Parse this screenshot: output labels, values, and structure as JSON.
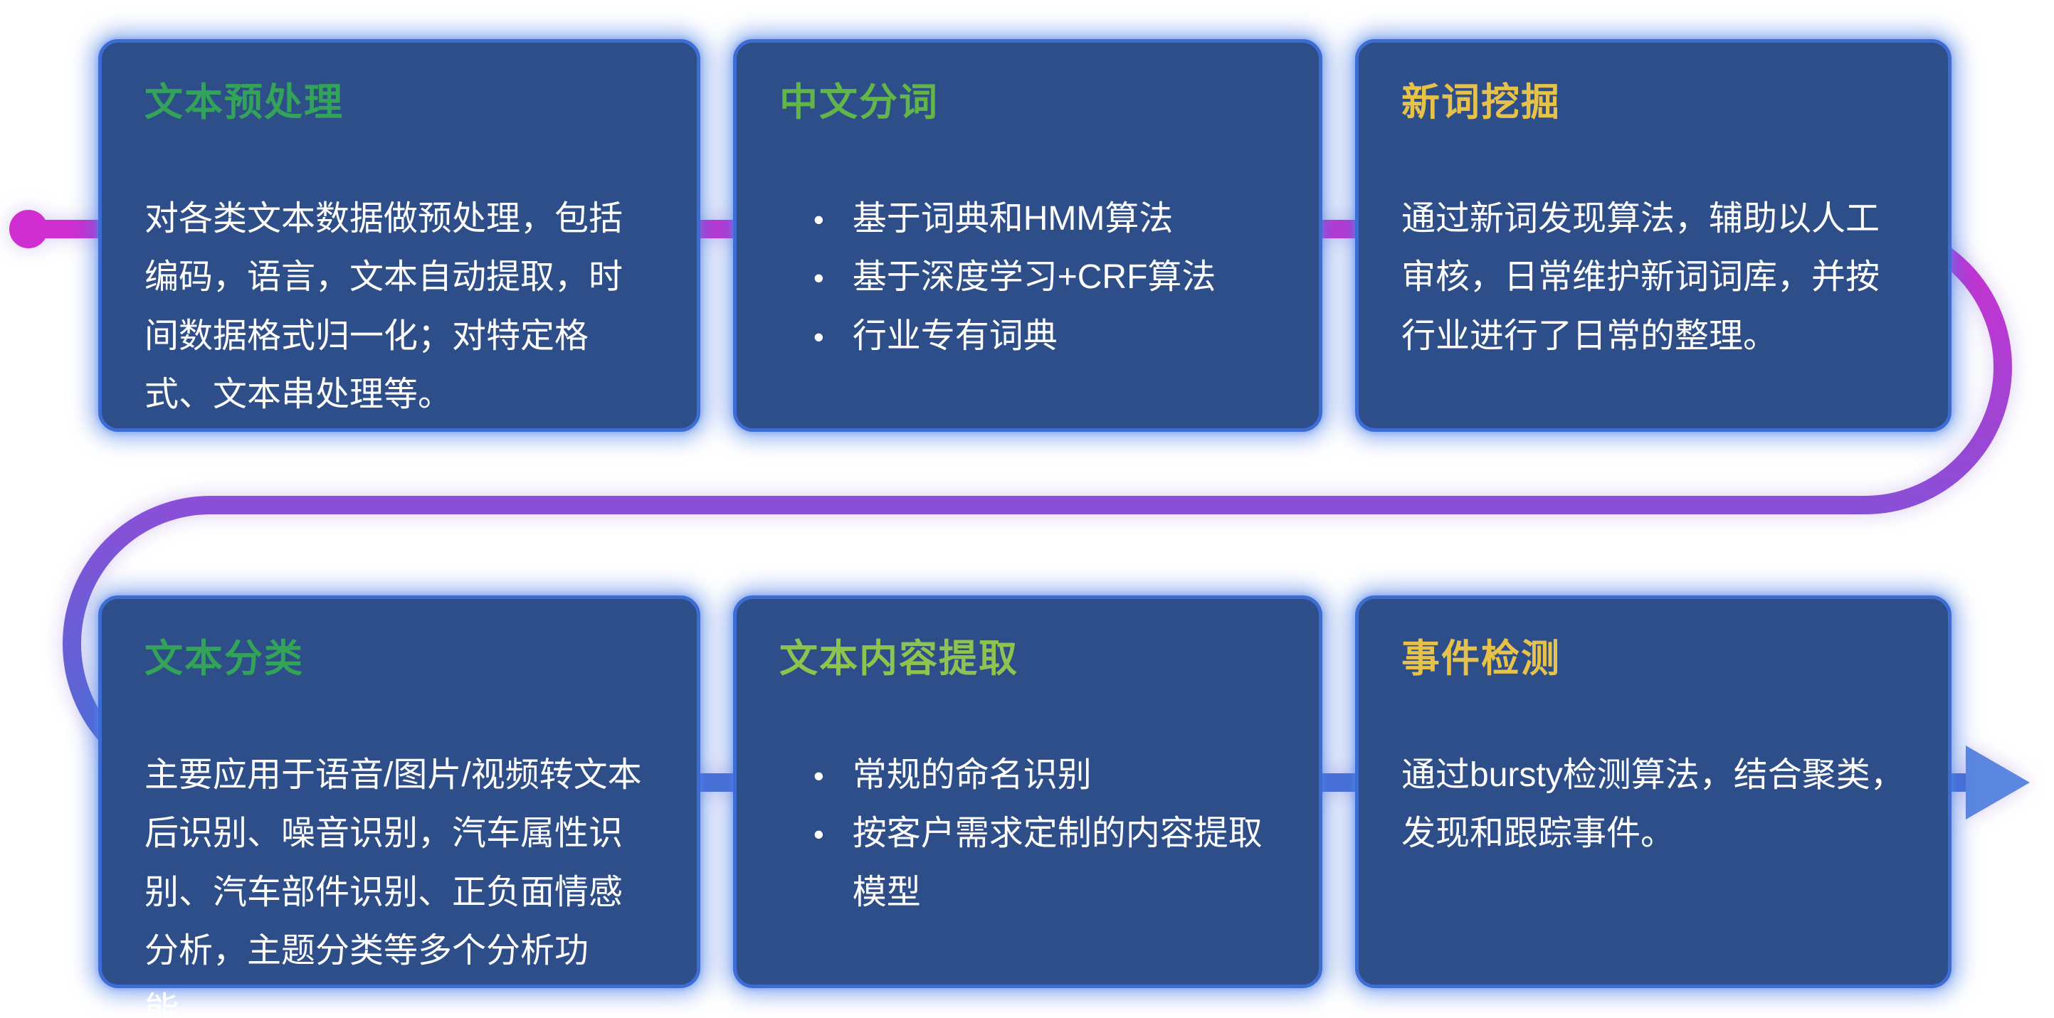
{
  "ui": {
    "bullet_glyph": "•"
  },
  "flow": {
    "start_dot_color": "#d02ed0",
    "gradient_start": "#d02ed0",
    "gradient_mid": "#8a4fd6",
    "gradient_end": "#4a6fd4",
    "arrow_color": "#5c87e0"
  },
  "cards": [
    {
      "title": "文本预处理",
      "title_color": "#33a35a",
      "body": "对各类文本数据做预处理，包括编码，语言，文本自动提取，时间数据格式归一化；对特定格式、文本串处理等。"
    },
    {
      "title": "中文分词",
      "title_color": "#62b54a",
      "bullets": [
        "基于词典和HMM算法",
        "基于深度学习+CRF算法",
        "行业专有词典"
      ]
    },
    {
      "title": "新词挖掘",
      "title_color": "#e7c24b",
      "body": "通过新词发现算法，辅助以人工审核，日常维护新词词库，并按行业进行了日常的整理。"
    },
    {
      "title": "文本分类",
      "title_color": "#33a35a",
      "body": "主要应用于语音/图片/视频转文本后识别、噪音识别，汽车属性识别、汽车部件识别、正负面情感分析，主题分类等多个分析功能。"
    },
    {
      "title": "文本内容提取",
      "title_color": "#8fc34f",
      "bullets": [
        "常规的命名识别",
        "按客户需求定制的内容提取模型"
      ]
    },
    {
      "title": "事件检测",
      "title_color": "#e7c24b",
      "body": "通过bursty检测算法，结合聚类，发现和跟踪事件。"
    }
  ]
}
